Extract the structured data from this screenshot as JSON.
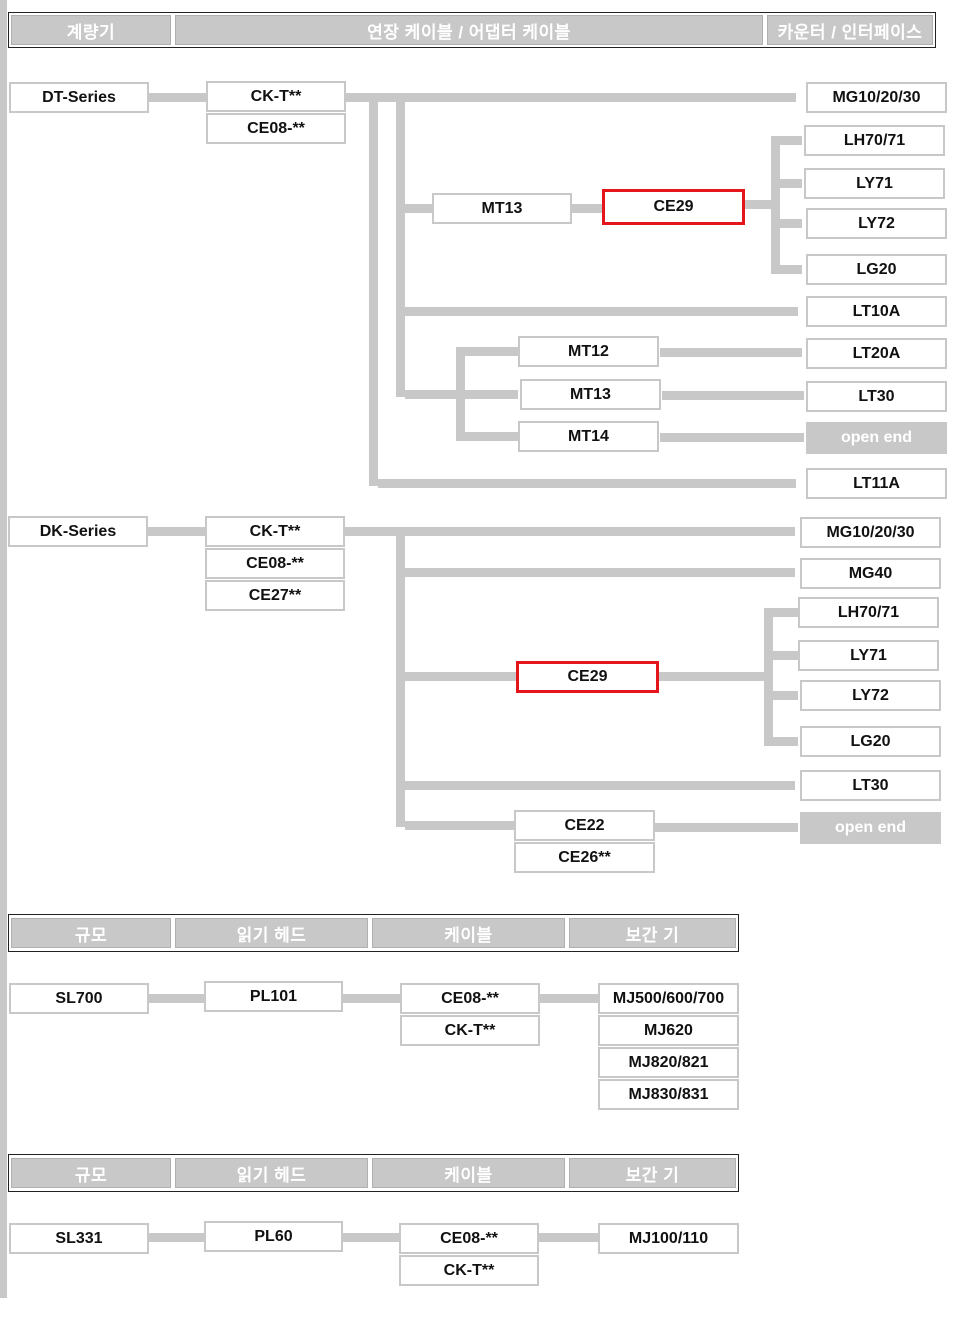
{
  "header1": {
    "col1": "계량기",
    "col2": "연장 케이블 / 어댑터 케이블",
    "col3": "카운터 / 인터페이스"
  },
  "dt": {
    "series": "DT-Series",
    "cables": [
      "CK-T**",
      "CE08-**"
    ],
    "mt13": "MT13",
    "ce29": "CE29",
    "mt12": "MT12",
    "mt13b": "MT13",
    "mt14": "MT14",
    "counters": {
      "mg": "MG10/20/30",
      "lh": "LH70/71",
      "ly71": "LY71",
      "ly72": "LY72",
      "lg20": "LG20",
      "lt10a": "LT10A",
      "lt20a": "LT20A",
      "lt30": "LT30",
      "open_end": "open end",
      "lt11a": "LT11A"
    }
  },
  "dk": {
    "series": "DK-Series",
    "cables": [
      "CK-T**",
      "CE08-**",
      "CE27**"
    ],
    "ce29": "CE29",
    "ce22": "CE22",
    "ce26": "CE26**",
    "counters": {
      "mg": "MG10/20/30",
      "mg40": "MG40",
      "lh": "LH70/71",
      "ly71": "LY71",
      "ly72": "LY72",
      "lg20": "LG20",
      "lt30": "LT30",
      "open_end": "open end"
    }
  },
  "header2": {
    "col1": "규모",
    "col2": "읽기 헤드",
    "col3": "케이블",
    "col4": "보간 기"
  },
  "sl700": {
    "scale": "SL700",
    "head": "PL101",
    "cables": [
      "CE08-**",
      "CK-T**"
    ],
    "interp": [
      "MJ500/600/700",
      "MJ620",
      "MJ820/821",
      "MJ830/831"
    ]
  },
  "header3": {
    "col1": "규모",
    "col2": "읽기 헤드",
    "col3": "케이블",
    "col4": "보간 기"
  },
  "sl331": {
    "scale": "SL331",
    "head": "PL60",
    "cables": [
      "CE08-**",
      "CK-T**"
    ],
    "interp": [
      "MJ100/110"
    ]
  }
}
